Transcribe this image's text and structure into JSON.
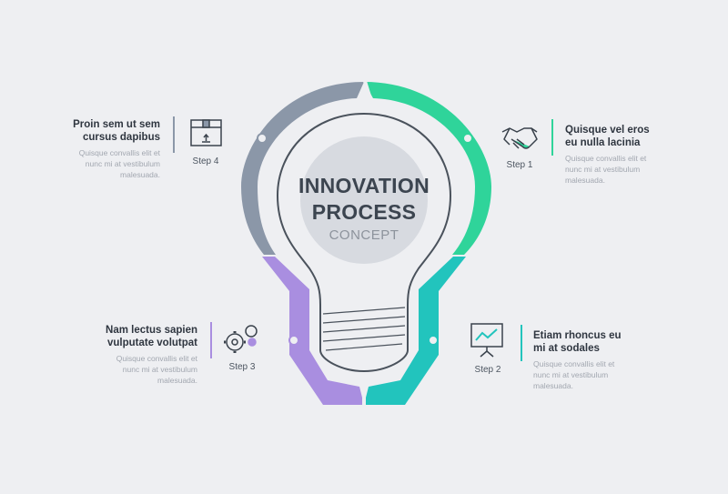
{
  "center": {
    "title_line1": "INNOVATION",
    "title_line2": "PROCESS",
    "subtitle": "CONCEPT"
  },
  "colors": {
    "step1": "#2fd49a",
    "step2": "#22c4bd",
    "step3": "#a98ee0",
    "step4": "#8b97a8",
    "text_dark": "#2f3640",
    "text_light": "#a2a7b0"
  },
  "steps": [
    {
      "label": "Step 1",
      "title_line1": "Quisque vel eros",
      "title_line2": "eu nulla lacinia",
      "desc_line1": "Quisque convallis elit et",
      "desc_line2": "nunc mi at vestibulum",
      "desc_line3": "malesuada.",
      "icon": "handshake-icon"
    },
    {
      "label": "Step 2",
      "title_line1": "Etiam rhoncus eu",
      "title_line2": "mi at sodales",
      "desc_line1": "Quisque convallis elit et",
      "desc_line2": "nunc mi at vestibulum",
      "desc_line3": "malesuada.",
      "icon": "presentation-board-icon"
    },
    {
      "label": "Step 3",
      "title_line1": "Nam lectus sapien",
      "title_line2": "vulputate volutpat",
      "desc_line1": "Quisque convallis elit et",
      "desc_line2": "nunc mi at vestibulum",
      "desc_line3": "malesuada.",
      "icon": "gears-icon"
    },
    {
      "label": "Step 4",
      "title_line1": "Proin sem ut sem",
      "title_line2": "cursus dapibus",
      "desc_line1": "Quisque convallis elit et",
      "desc_line2": "nunc mi at vestibulum",
      "desc_line3": "malesuada.",
      "icon": "package-box-icon"
    }
  ]
}
